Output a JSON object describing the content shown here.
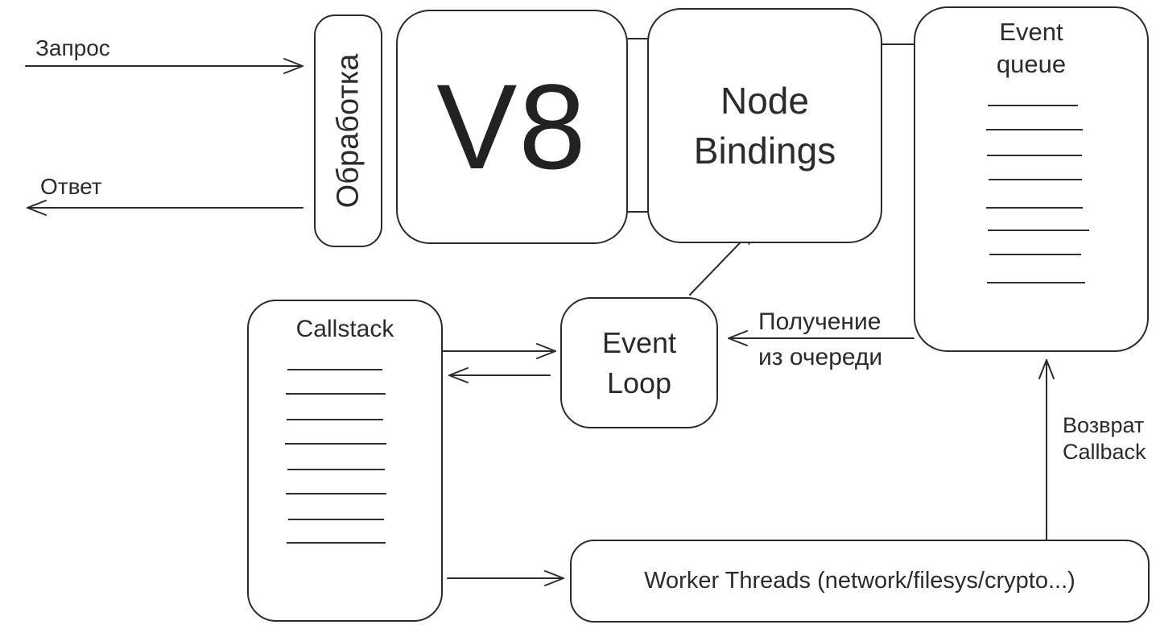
{
  "colors": {
    "ink": "#2b2b2b",
    "background": "#ffffff"
  },
  "flow_labels": {
    "request": "Запрос",
    "response": "Ответ"
  },
  "nodes": {
    "processing": {
      "label": "Обработка"
    },
    "v8": {
      "label": "V8"
    },
    "node_bindings": {
      "line1": "Node",
      "line2": "Bindings"
    },
    "event_queue": {
      "line1": "Event",
      "line2": "queue"
    },
    "callstack": {
      "label": "Callstack"
    },
    "event_loop": {
      "line1": "Event",
      "line2": "Loop"
    },
    "worker_threads": {
      "label": "Worker Threads (network/filesys/crypto...)"
    }
  },
  "edge_labels": {
    "fetch_from_queue": {
      "line1": "Получение",
      "line2": "из очереди"
    },
    "return_callback": {
      "line1": "Возврат",
      "line2": "Callback"
    }
  }
}
